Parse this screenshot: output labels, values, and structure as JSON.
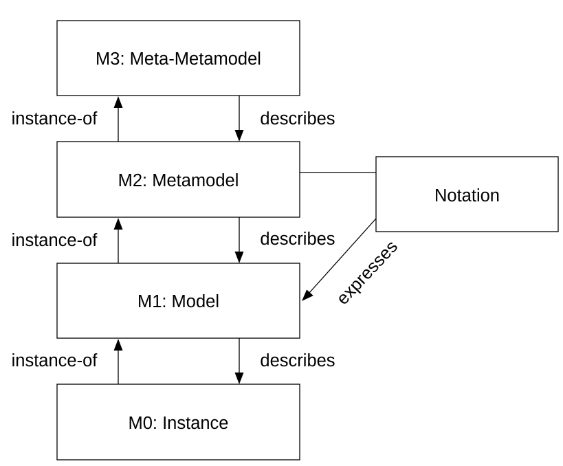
{
  "boxes": {
    "m3": "M3: Meta-Metamodel",
    "m2": "M2: Metamodel",
    "m1": "M1: Model",
    "m0": "M0: Instance",
    "notation": "Notation"
  },
  "edge_labels": {
    "m2_m3_instance_of": "instance-of",
    "m3_m2_describes": "describes",
    "m1_m2_instance_of": "instance-of",
    "m2_m1_describes": "describes",
    "m0_m1_instance_of": "instance-of",
    "m1_m0_describes": "describes",
    "notation_m1_expresses": "expresses"
  }
}
